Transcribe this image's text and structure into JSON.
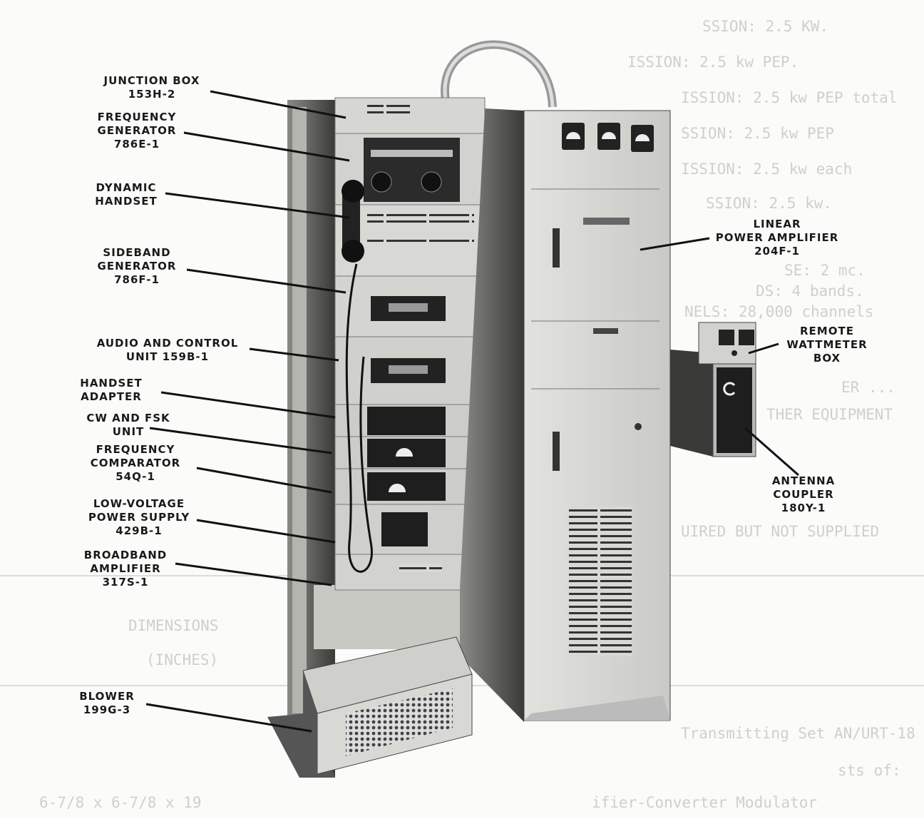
{
  "labels": {
    "junction_box": [
      "JUNCTION BOX",
      "153H-2"
    ],
    "frequency_generator": [
      "FREQUENCY",
      "GENERATOR",
      "786E-1"
    ],
    "dynamic_handset": [
      "DYNAMIC",
      "HANDSET"
    ],
    "sideband_generator": [
      "SIDEBAND",
      "GENERATOR",
      "786F-1"
    ],
    "audio_control_unit": [
      "AUDIO AND CONTROL",
      "UNIT 159B-1"
    ],
    "handset_adapter": [
      "HANDSET",
      "ADAPTER"
    ],
    "cw_fsk_unit": [
      "CW AND FSK",
      "UNIT"
    ],
    "frequency_comparator": [
      "FREQUENCY",
      "COMPARATOR",
      "54Q-1"
    ],
    "low_voltage_power_supply": [
      "LOW-VOLTAGE",
      "POWER SUPPLY",
      "429B-1"
    ],
    "broadband_amplifier": [
      "BROADBAND",
      "AMPLIFIER",
      "317S-1"
    ],
    "blower": [
      "BLOWER",
      "199G-3"
    ],
    "linear_power_amplifier": [
      "LINEAR",
      "POWER AMPLIFIER",
      "204F-1"
    ],
    "remote_wattmeter_box": [
      "REMOTE",
      "WATTMETER",
      "BOX"
    ],
    "antenna_coupler": [
      "ANTENNA",
      "COUPLER",
      "180Y-1"
    ]
  },
  "show_through_text": [
    "SSION:  2.5 KW.",
    "ISSION:  2.5 kw PEP.",
    "ISSION:  2.5 kw PEP total",
    "SSION:  2.5 kw PEP",
    "ISSION:  2.5 kw each",
    "SSION:  2.5 kw.",
    "SE:  2 mc.",
    "DS:  4 bands.",
    "NELS:  28,000 channels",
    "ER ...",
    "THER EQUIPMENT",
    "UIRED BUT NOT SUPPLIED",
    "DIMENSIONS",
    "(INCHES)",
    "Transmitting Set AN/URT-18",
    "sts of:",
    "6-7/8 x 6-7/8 x 19",
    "ifier-Converter Modulator"
  ]
}
